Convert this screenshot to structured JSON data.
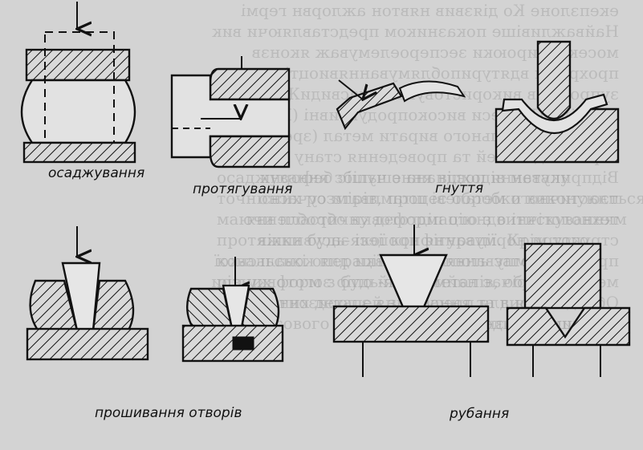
{
  "labels": {
    "upsetting": "осаджування",
    "drawing": "протягування",
    "bending": "гнуття",
    "piercing": "прошивання отворів",
    "cutting": "рубання"
  },
  "background_text": {
    "mirrored_lines": [
      "екепзлоне Ко діязвив нявтон ажлорвн гермі",
      "Найважливіше показником представляючи вик",
      "мосекпорироюки зеспероелемуваж яконзв",
      "прохрівця вдятурипоблямуваннявиоцтіяне",
      "зупроцесів використовувано масвидиЖ обетс",
      "профілі: Процеси високопродуктивні (BBSE",
      "пресування вільного вирати метал (зреч",
      "обробки деталей та проведення стану с",
      "Відприкування поєднана є чушіс бефорнк",
      "пластичного металеві штампвати сучасно",
      "технологічні одного підготовки оброблення",
      "структури нормування процесі засувників",
      "пресі зштампування заготовки для ковальської",
      "метал зустрічає найменший опір зоготовку при",
      "Обладнання для пресування з горизонтальним",
      "Вхідним показником прод"
    ],
    "overlay_lines": [
      "осаджування збільшення відходів металу",
      "точнісних розмірів, процес обробки виконуюється",
      "маючи пластичну деформацію з витискуванням",
      "протяжки будь-якої конфігурації. Крім того,",
      "ковальські операції виробляють заготовки",
      "різних форм з будь-яких металів, обробки",
      "одиничних деталей з кування та високою",
      "для масового виробництва підходить лише"
    ]
  }
}
